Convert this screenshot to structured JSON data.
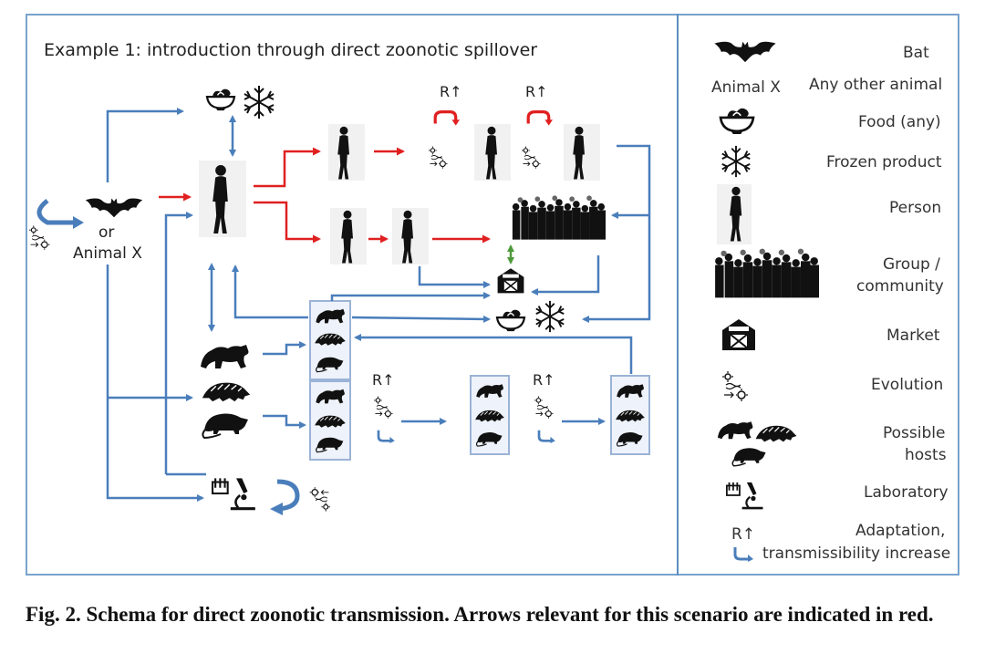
{
  "diagram": {
    "title": "Example 1: introduction through direct zoonotic spillover",
    "source_labels": {
      "or": "or",
      "animal_x": "Animal X"
    },
    "adaptation_label": "R↑",
    "colors": {
      "blue": "#4a7ebb",
      "red": "#e02020",
      "green": "#4f9a3c",
      "frame": "#7aa3cc",
      "silhouette": "#111111"
    }
  },
  "legend": {
    "items": [
      {
        "icon": "bat-icon",
        "label": "Bat"
      },
      {
        "icon": "animal-x-label",
        "label": "Any other animal",
        "icon_text": "Animal X"
      },
      {
        "icon": "food-bowl-icon",
        "label": "Food (any)"
      },
      {
        "icon": "snowflake-icon",
        "label": "Frozen product"
      },
      {
        "icon": "person-icon",
        "label": "Person"
      },
      {
        "icon": "crowd-icon",
        "label": "Group / community",
        "label_lines": [
          "Group /",
          "community"
        ]
      },
      {
        "icon": "market-icon",
        "label": "Market"
      },
      {
        "icon": "evolution-icon",
        "label": "Evolution"
      },
      {
        "icon": "possible-hosts-icon",
        "label": "Possible hosts",
        "label_lines": [
          "Possible",
          "hosts"
        ]
      },
      {
        "icon": "laboratory-icon",
        "label": "Laboratory"
      },
      {
        "icon": "adaptation-icon",
        "label": "Adaptation, transmissibility increase",
        "label_lines": [
          "Adaptation,",
          "transmissibility increase"
        ],
        "icon_text": "R↑"
      }
    ]
  },
  "caption": "Fig. 2. Schema for direct zoonotic transmission. Arrows relevant for this scenario are indicated in red."
}
